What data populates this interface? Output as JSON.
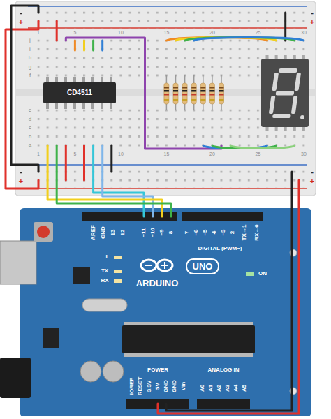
{
  "diagram": {
    "nodes": [
      {
        "text": [
          "CD4511"
        ]
      }
    ],
    "labels": [
      "-",
      "+",
      "-",
      "+",
      "-",
      "+",
      "-",
      "+",
      "j",
      "i",
      "h",
      "g",
      "f",
      "e",
      "d",
      "c",
      "b",
      "a",
      "1",
      "5",
      "10",
      "15",
      "20",
      "25",
      "30",
      "1",
      "5",
      "10",
      "15",
      "20",
      "25",
      "30",
      "AREF",
      "GND",
      "13",
      "12",
      "~11",
      "~10",
      "~9",
      "8",
      "7",
      "~6",
      "~5",
      "4",
      "~3",
      "2",
      "TX→1",
      "RX←0",
      "DIGITAL (PWM~)",
      "L",
      "TX",
      "RX",
      "ARDUINO",
      "UNO",
      "ON",
      "IOREF",
      "RESET",
      "3.3V",
      "5V",
      "GND",
      "GND",
      "Vin",
      "POWER",
      "ANALOG IN",
      "A0",
      "A1",
      "A2",
      "A3",
      "A4",
      "A5"
    ]
  }
}
